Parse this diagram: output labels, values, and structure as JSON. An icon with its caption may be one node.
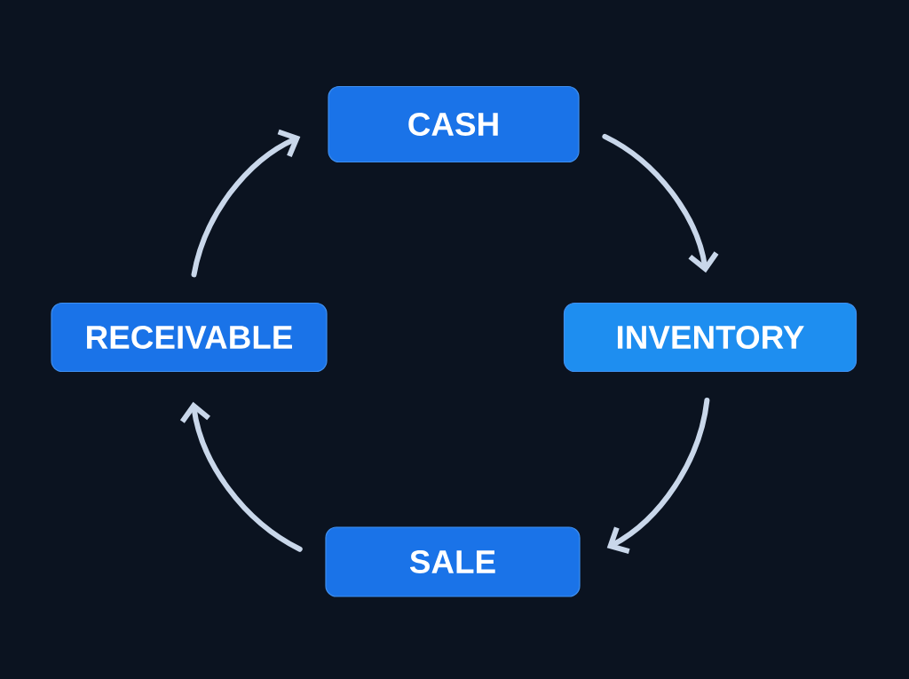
{
  "diagram": {
    "nodes": [
      {
        "text": [
          "CASH"
        ]
      },
      {
        "text": [
          "INVENTORY"
        ]
      },
      {
        "text": [
          "SALE"
        ]
      },
      {
        "text": [
          "RECEIVABLE"
        ]
      }
    ],
    "edges": [
      {
        "from": 0,
        "to": 1,
        "arrow": "to"
      },
      {
        "from": 1,
        "to": 2,
        "arrow": "to"
      },
      {
        "from": 2,
        "to": 3,
        "arrow": "to"
      },
      {
        "from": 3,
        "to": 0,
        "arrow": "to"
      }
    ]
  }
}
